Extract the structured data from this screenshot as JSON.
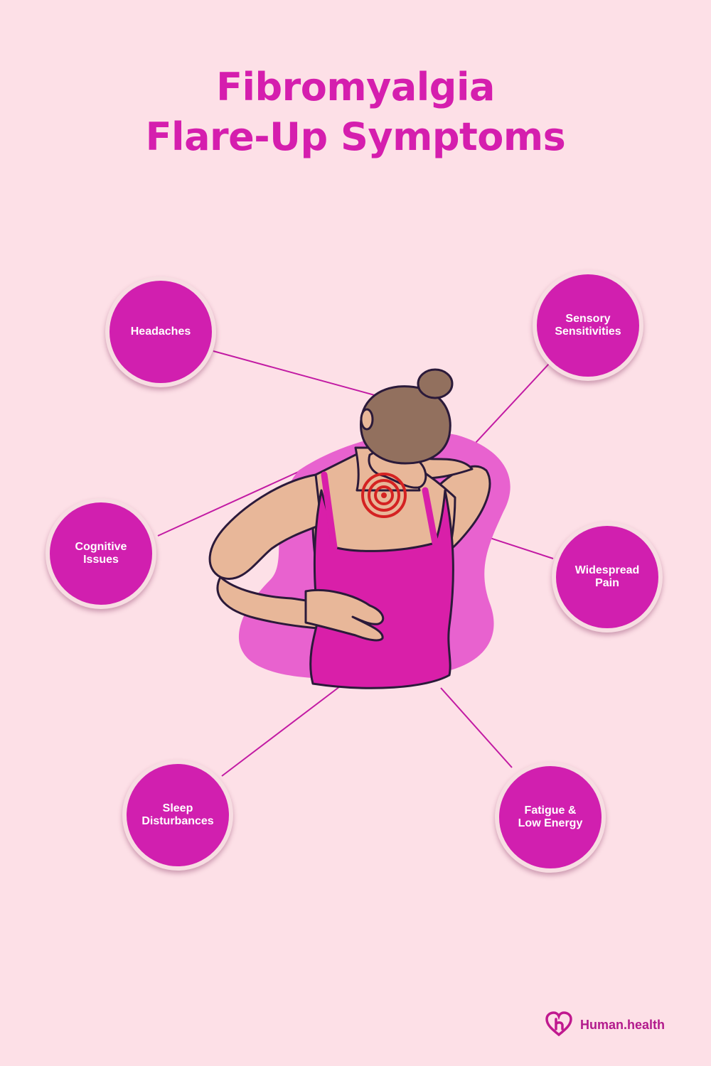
{
  "title": {
    "line1": "Fibromyalgia",
    "line2": "Flare-Up Symptoms"
  },
  "symptoms": [
    {
      "id": "headaches",
      "label": "Headaches"
    },
    {
      "id": "sensory",
      "label": "Sensory Sensitivities"
    },
    {
      "id": "cognitive",
      "label": "Cognitive Issues"
    },
    {
      "id": "widespread",
      "label": "Widespread Pain"
    },
    {
      "id": "sleep",
      "label": "Sleep Disturbances"
    },
    {
      "id": "fatigue",
      "label": "Fatigue & Low Energy"
    }
  ],
  "brand": {
    "name": "Human.health",
    "icon": "heart-logo-icon"
  },
  "colors": {
    "background": "#fde0e7",
    "accent": "#d51eae",
    "blob": "#e862cf",
    "tank": "#d91fa9",
    "skin": "#e8b799",
    "hair": "#92705e",
    "pain": "#d42222"
  }
}
